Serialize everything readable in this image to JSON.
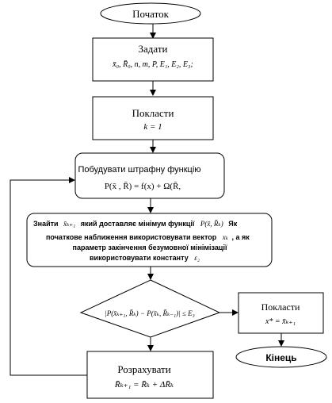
{
  "nodes": {
    "start": {
      "label": "Початок"
    },
    "set": {
      "title": "Задати",
      "formula": "x̄₀, R̄₀, n, m, P, E₁, E₂, E₃;"
    },
    "init": {
      "title": "Покласти",
      "formula": "k = 1"
    },
    "penalty": {
      "title": "Побудувати штрафну функцію",
      "formula": "P(x̄ , R̄) = f(x) + Ω(R̄,"
    },
    "minimize": {
      "line1_a": "Знайти",
      "line1_var": "x̄ₖ₊₁",
      "line1_b": "який доставляє мінімум функції",
      "line1_func": "P(x̄, R̄ₖ)",
      "line1_c": "Як",
      "line2_a": "початкове наближення використовувати вектор",
      "line2_var": "xₖ",
      "line2_b": ", а як",
      "line3": "параметр закінчення безумовної мінімізації",
      "line4_a": "використовувати константу",
      "line4_var": "ε₂"
    },
    "check": {
      "formula": "|P(x̄ₖ₊₁, R̄ₖ) − P(x̄ₖ, R̄ₖ₋₁)| ≤ E₃"
    },
    "assign": {
      "title": "Покласти",
      "formula": "x* = x̄ₖ₊₁"
    },
    "update": {
      "title": "Розрахувати",
      "formula": "R̄ₖ₊₁ = R̄ₖ + ΔR̄ₖ"
    },
    "end": {
      "label": "Кінець"
    }
  },
  "colors": {
    "stroke": "#000000",
    "fill": "#ffffff",
    "text": "#000000"
  }
}
